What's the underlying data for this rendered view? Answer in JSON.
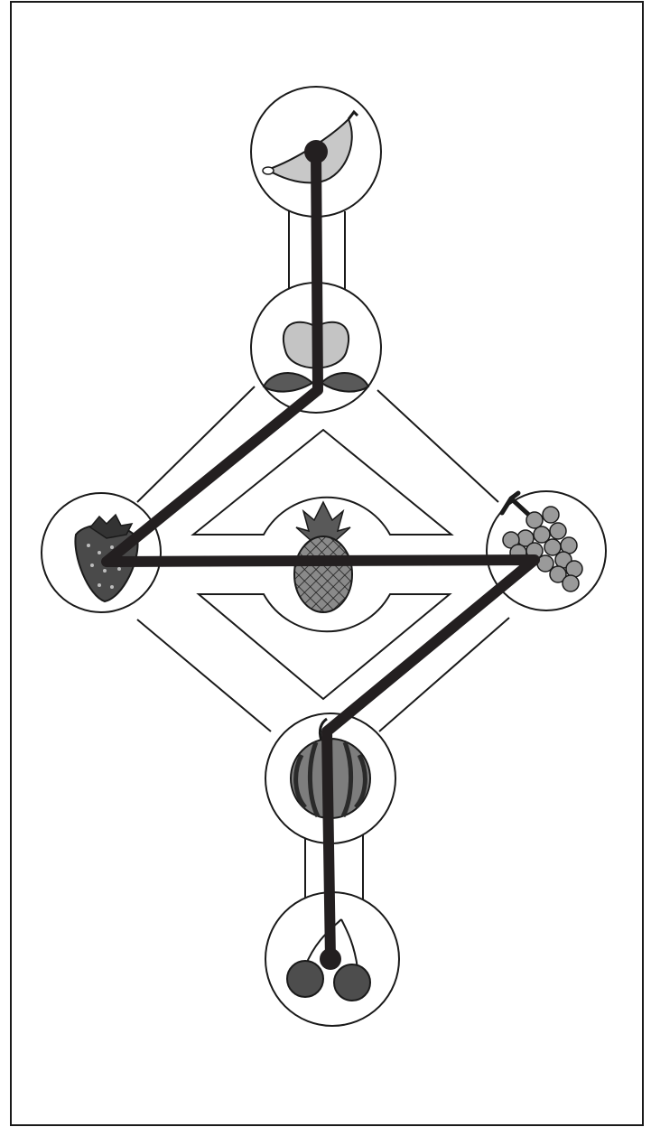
{
  "puzzle": {
    "type": "fruit-path-maze",
    "colors": {
      "outline": "#1a1a1a",
      "path_line": "#231f20",
      "banana": "#c8c8c8",
      "peach": "#c4c4c4",
      "leaf": "#595959",
      "strawberry": "#4a4a4a",
      "pineapple": "#8a8a8a",
      "grape": "#9a9a9a",
      "watermelon": "#7d7d7d",
      "cherry": "#4d4d4d"
    },
    "nodes": [
      {
        "id": "banana",
        "icon": "banana-icon"
      },
      {
        "id": "peach",
        "icon": "peach-icon"
      },
      {
        "id": "strawberry",
        "icon": "strawberry-icon"
      },
      {
        "id": "pineapple",
        "icon": "pineapple-icon"
      },
      {
        "id": "grapes",
        "icon": "grapes-icon"
      },
      {
        "id": "watermelon",
        "icon": "watermelon-icon"
      },
      {
        "id": "cherries",
        "icon": "cherries-icon"
      }
    ],
    "drawn_path": [
      "banana",
      "peach",
      "strawberry",
      "pineapple",
      "grapes",
      "watermelon",
      "cherries"
    ]
  }
}
